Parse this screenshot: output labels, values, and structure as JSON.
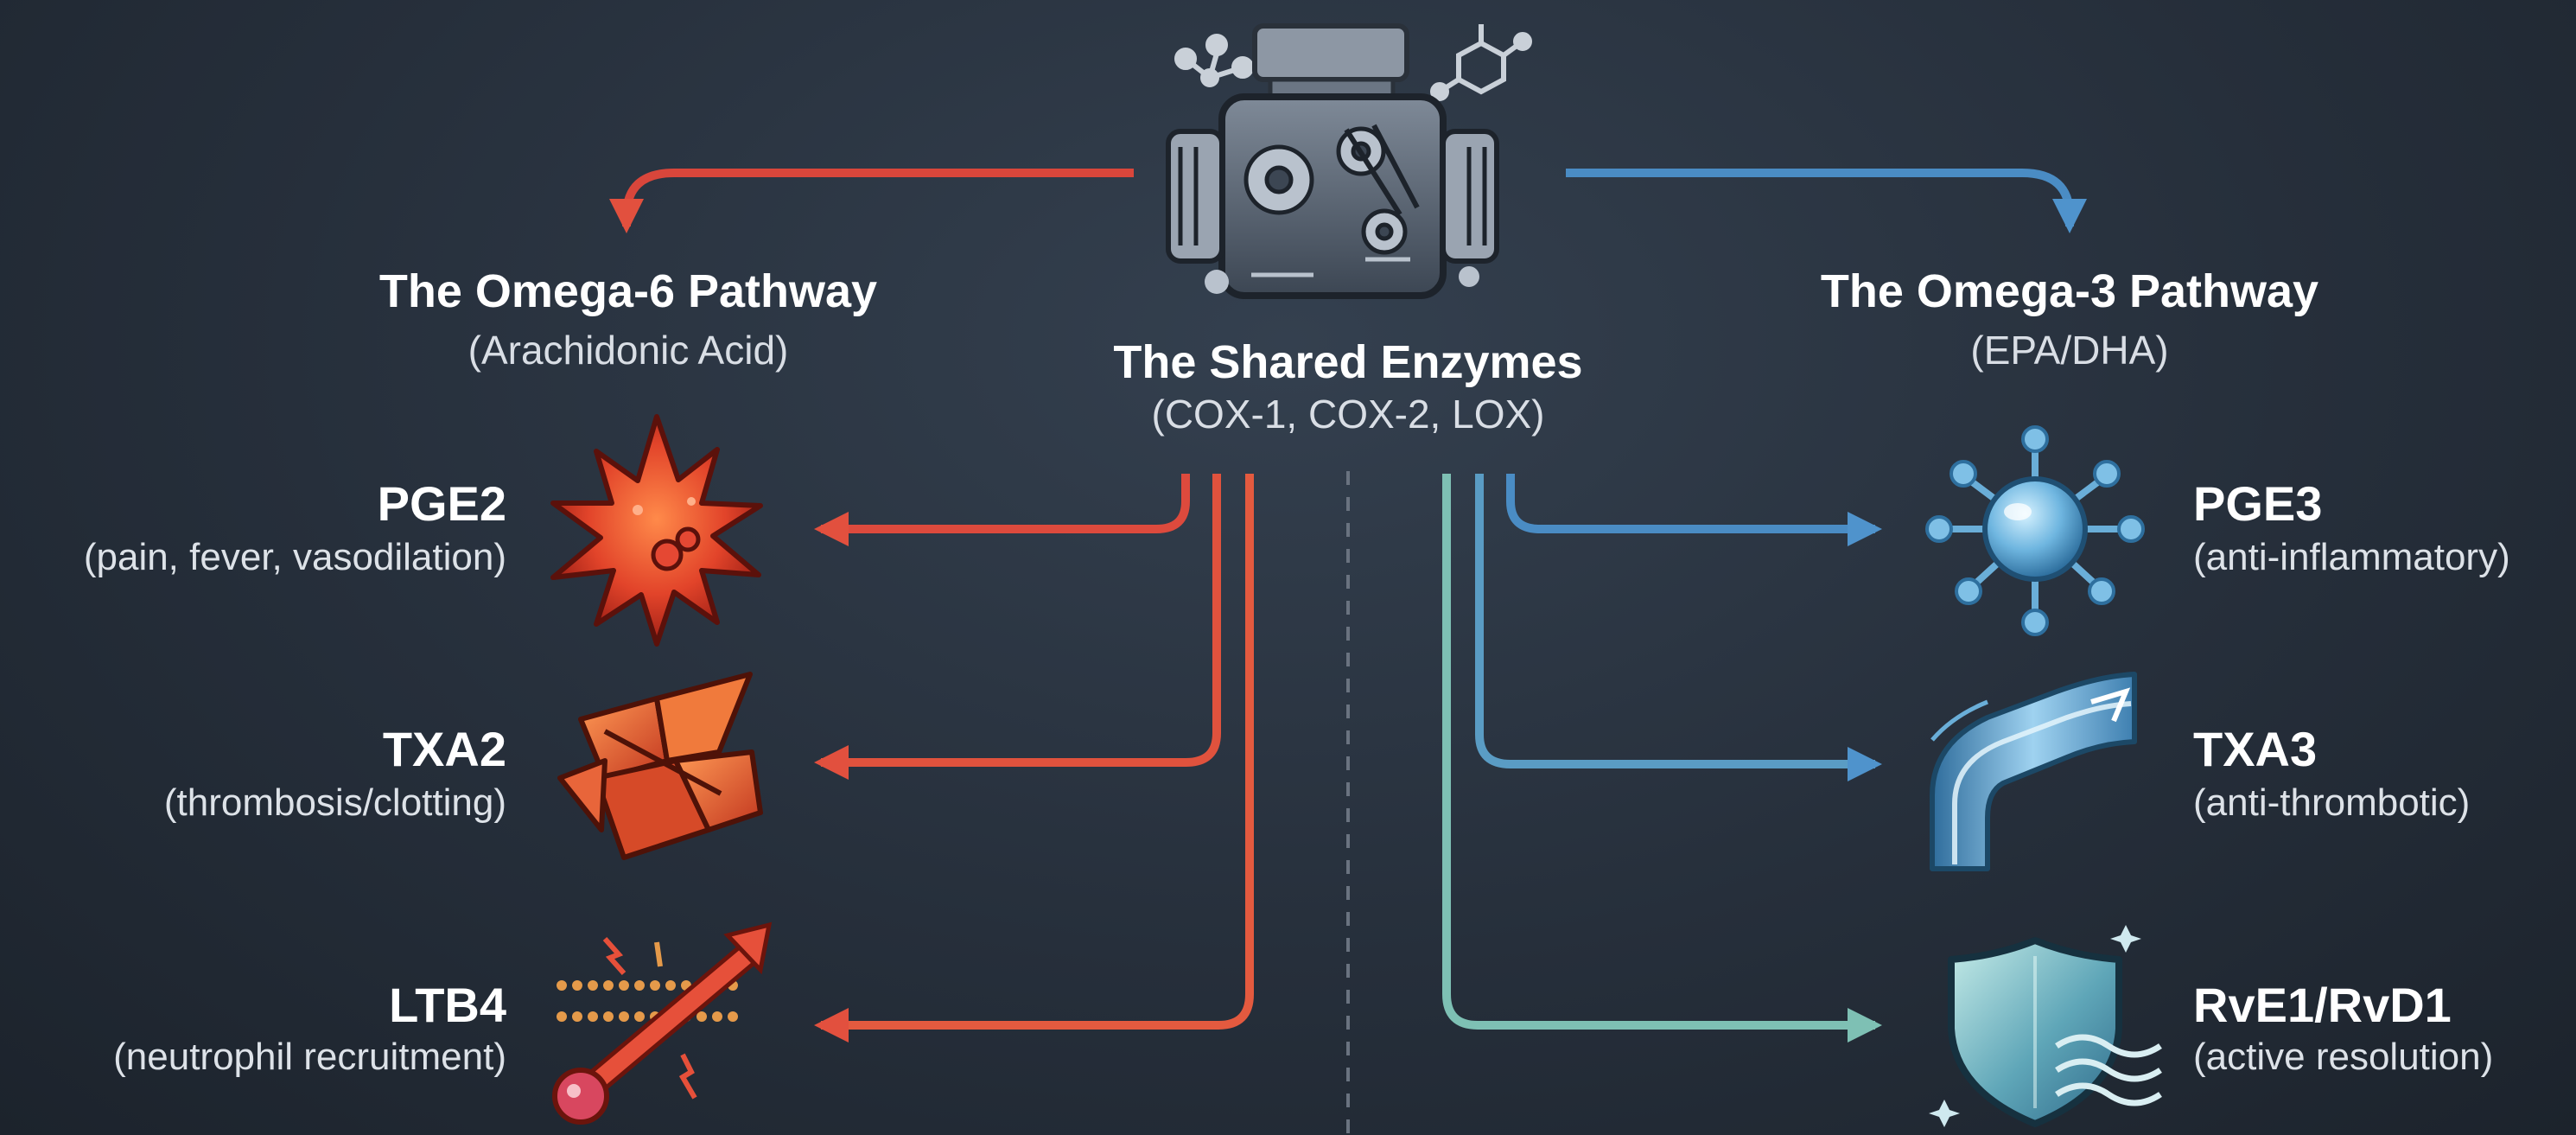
{
  "center": {
    "title": "The Shared Enzymes",
    "subtitle": "(COX-1, COX-2, LOX)",
    "icon": "engine-gears-icon"
  },
  "omega6": {
    "title": "The Omega-6 Pathway",
    "subtitle": "(Arachidonic Acid)",
    "color": "#d9463b",
    "items": [
      {
        "name": "PGE2",
        "desc": "(pain, fever, vasodilation)",
        "icon": "spiky-inflammation-icon"
      },
      {
        "name": "TXA2",
        "desc": "(thrombosis/clotting)",
        "icon": "clot-shards-icon"
      },
      {
        "name": "LTB4",
        "desc": "(neutrophil recruitment)",
        "icon": "membrane-arrow-icon"
      }
    ]
  },
  "omega3": {
    "title": "The Omega-3 Pathway",
    "subtitle": "(EPA/DHA)",
    "color": "#4a8cc4",
    "items": [
      {
        "name": "PGE3",
        "desc": "(anti-inflammatory)",
        "icon": "calm-cell-icon"
      },
      {
        "name": "TXA3",
        "desc": "(anti-thrombotic)",
        "icon": "flowing-vessel-icon"
      },
      {
        "name": "RvE1/RvD1",
        "desc": "(active resolution)",
        "icon": "shield-icon"
      }
    ]
  }
}
